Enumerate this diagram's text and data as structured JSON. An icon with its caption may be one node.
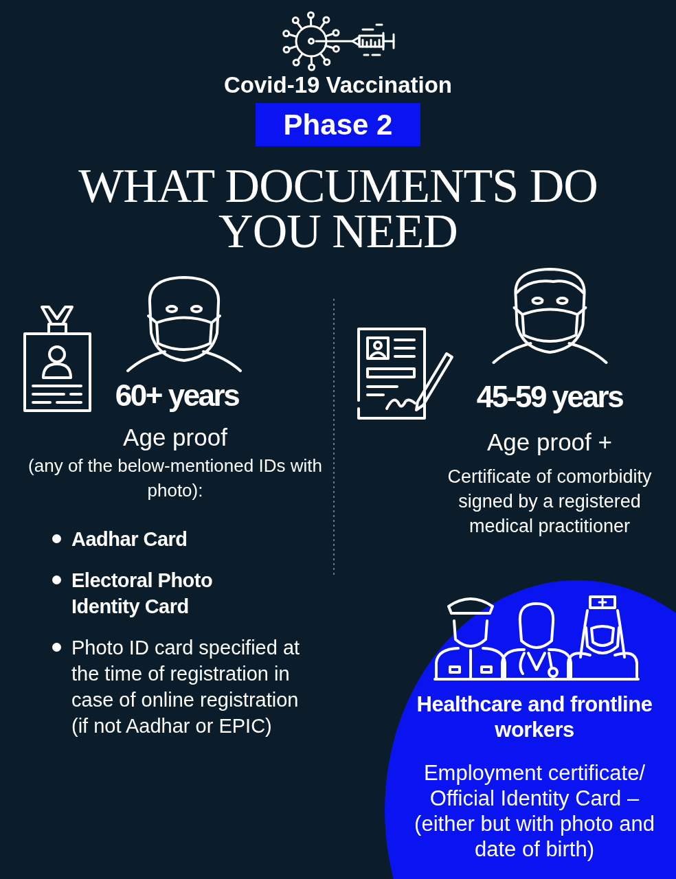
{
  "diagram": {
    "title": "Covid-19 Vaccination",
    "nodes": [
      {
        "text": [
          "Phase 2"
        ]
      },
      {
        "text": [
          "Healthcare and frontline workers",
          "Employment certificate/ Official Identity Card – (either but with photo and date of birth)"
        ]
      }
    ],
    "labels": [
      "WHAT DOCUMENTS DO YOU NEED",
      "60+ years",
      "Age proof",
      "(any of the below-mentioned IDs with photo):",
      "Aadhar Card",
      "Electoral Photo Identity Card",
      "Photo ID card specified at the time of registration in case of online registration (if not Aadhar or EPIC)",
      "45-59 years",
      "Age proof +",
      "Certificate of comorbidity signed by a registered medical practitioner"
    ]
  }
}
